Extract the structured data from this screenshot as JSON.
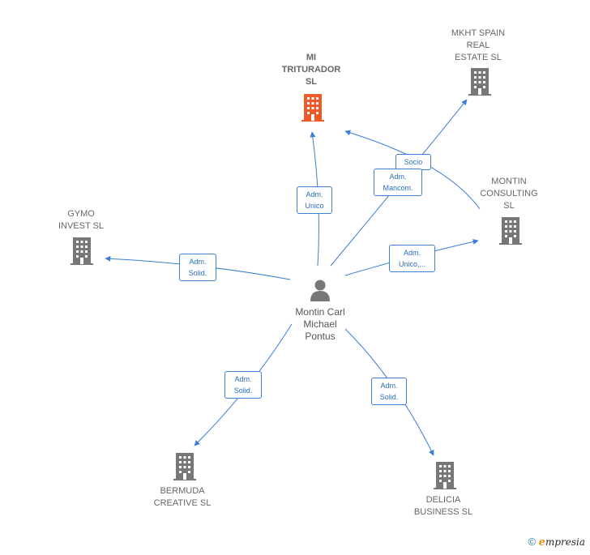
{
  "colors": {
    "edge": "#3a7fd5",
    "building": "#777777",
    "highlight": "#f05a28",
    "person": "#777777"
  },
  "center": {
    "name": "Montin Carl\nMichael\nPontus",
    "icon": "person-icon"
  },
  "nodes": [
    {
      "id": "mi-triturador",
      "label": "MI\nTRITURADOR\nSL",
      "highlight": true,
      "icon": "building-icon"
    },
    {
      "id": "mkht-spain",
      "label": "MKHT SPAIN\nREAL\nESTATE SL",
      "highlight": false,
      "icon": "building-icon"
    },
    {
      "id": "montin-consulting",
      "label": "MONTIN\nCONSULTING\nSL",
      "highlight": false,
      "icon": "building-icon"
    },
    {
      "id": "gymo-invest",
      "label": "GYMO\nINVEST SL",
      "highlight": false,
      "icon": "building-icon"
    },
    {
      "id": "bermuda-creative",
      "label": "BERMUDA\nCREATIVE SL",
      "highlight": false,
      "icon": "building-icon"
    },
    {
      "id": "delicia-business",
      "label": "DELICIA\nBUSINESS SL",
      "highlight": false,
      "icon": "building-icon"
    }
  ],
  "edges": [
    {
      "to": "mi-triturador",
      "label": "Adm.\nUnico"
    },
    {
      "to": "mkht-spain",
      "label": "Adm.\nMancom."
    },
    {
      "to": "mi-triturador",
      "label": "Socio",
      "from": "montin-consulting"
    },
    {
      "to": "montin-consulting",
      "label": "Adm.\nUnico,..."
    },
    {
      "to": "gymo-invest",
      "label": "Adm.\nSolid."
    },
    {
      "to": "bermuda-creative",
      "label": "Adm.\nSolid."
    },
    {
      "to": "delicia-business",
      "label": "Adm.\nSolid."
    }
  ],
  "footer": {
    "copyright": "©",
    "brand_e": "e",
    "brand_rest": "mpresia"
  }
}
